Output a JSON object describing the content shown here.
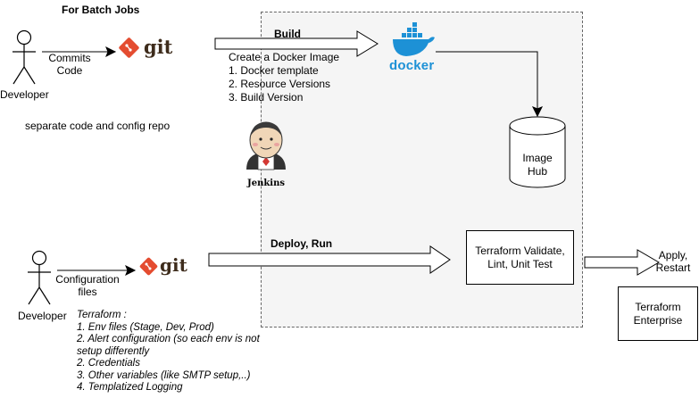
{
  "header": {
    "title": "For Batch Jobs"
  },
  "build_flow": {
    "developer_label": "Developer",
    "commits_label": "Commits\nCode",
    "git_label": "git",
    "build_label": "Build",
    "docker_steps": "Create a Docker Image\n1. Docker template\n2. Resource Versions\n3. Build Version",
    "docker_label": "docker",
    "image_hub_label": "Image\nHub",
    "note": "separate code  and config repo"
  },
  "jenkins": {
    "label": "Jenkins"
  },
  "deploy_flow": {
    "developer_label": "Developer",
    "config_label": "Configuration\nfiles",
    "git_label": "git",
    "deploy_label": "Deploy, Run",
    "validate_box": "Terraform Validate,\nLint, Unit Test",
    "apply_label": "Apply,\nRestart",
    "enterprise_box": "Terraform\nEnterprise",
    "terraform_notes": "Terraform :\n1. Env files (Stage, Dev, Prod)\n2. Alert configuration (so each env is not\nsetup differently\n2. Credentials\n3. Other variables (like SMTP setup,..)\n4. Templatized Logging"
  },
  "colors": {
    "docker_blue": "#1d91d6",
    "git_red": "#e44c30",
    "jenkins_skin": "#f0d6b7",
    "jenkins_red": "#d33833"
  },
  "icons": [
    "stick-figure-icon",
    "git-logo-icon",
    "docker-whale-icon",
    "database-cylinder-icon",
    "jenkins-butler-icon",
    "arrow-icon"
  ]
}
